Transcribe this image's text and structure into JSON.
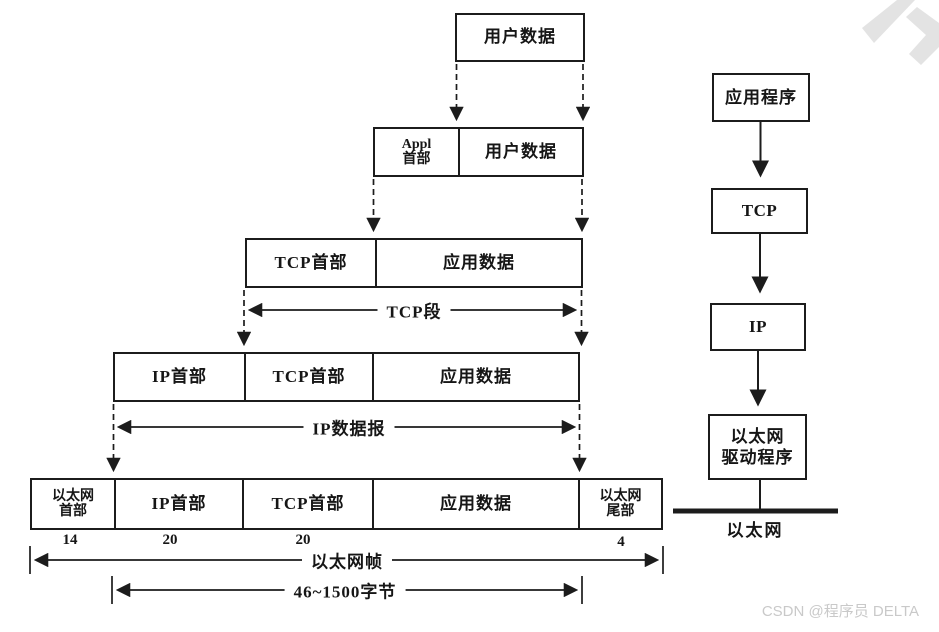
{
  "colors": {
    "line": "#1c1c1c",
    "watermark_text": "#c9c9c9",
    "corner_shape": "#e3e3e3"
  },
  "encapsulation_diagram": {
    "rows": [
      {
        "cells": [
          {
            "label": "用户数据"
          }
        ]
      },
      {
        "cells": [
          {
            "line1": "Appl",
            "line2": "首部"
          },
          {
            "label": "用户数据"
          }
        ]
      },
      {
        "cells": [
          {
            "label": "TCP首部"
          },
          {
            "label": "应用数据"
          }
        ]
      },
      {
        "cells": [
          {
            "label": "IP首部"
          },
          {
            "label": "TCP首部"
          },
          {
            "label": "应用数据"
          }
        ]
      },
      {
        "cells": [
          {
            "line1": "以太网",
            "line2": "首部"
          },
          {
            "label": "IP首部"
          },
          {
            "label": "TCP首部"
          },
          {
            "label": "应用数据"
          },
          {
            "line1": "以太网",
            "line2": "尾部"
          }
        ]
      }
    ],
    "byte_sizes": [
      "14",
      "20",
      "20",
      "4"
    ],
    "span_labels": {
      "tcp_segment": "TCP段",
      "ip_datagram": "IP数据报",
      "ethernet_frame": "以太网帧",
      "ethernet_payload_range": "46~1500字节"
    }
  },
  "protocol_stack": {
    "nodes": [
      {
        "label": "应用程序"
      },
      {
        "label": "TCP"
      },
      {
        "label": "IP"
      },
      {
        "line1": "以太网",
        "line2": "驱动程序"
      }
    ],
    "medium_label": "以太网"
  },
  "watermark": {
    "text": "CSDN @程序员 DELTA"
  }
}
